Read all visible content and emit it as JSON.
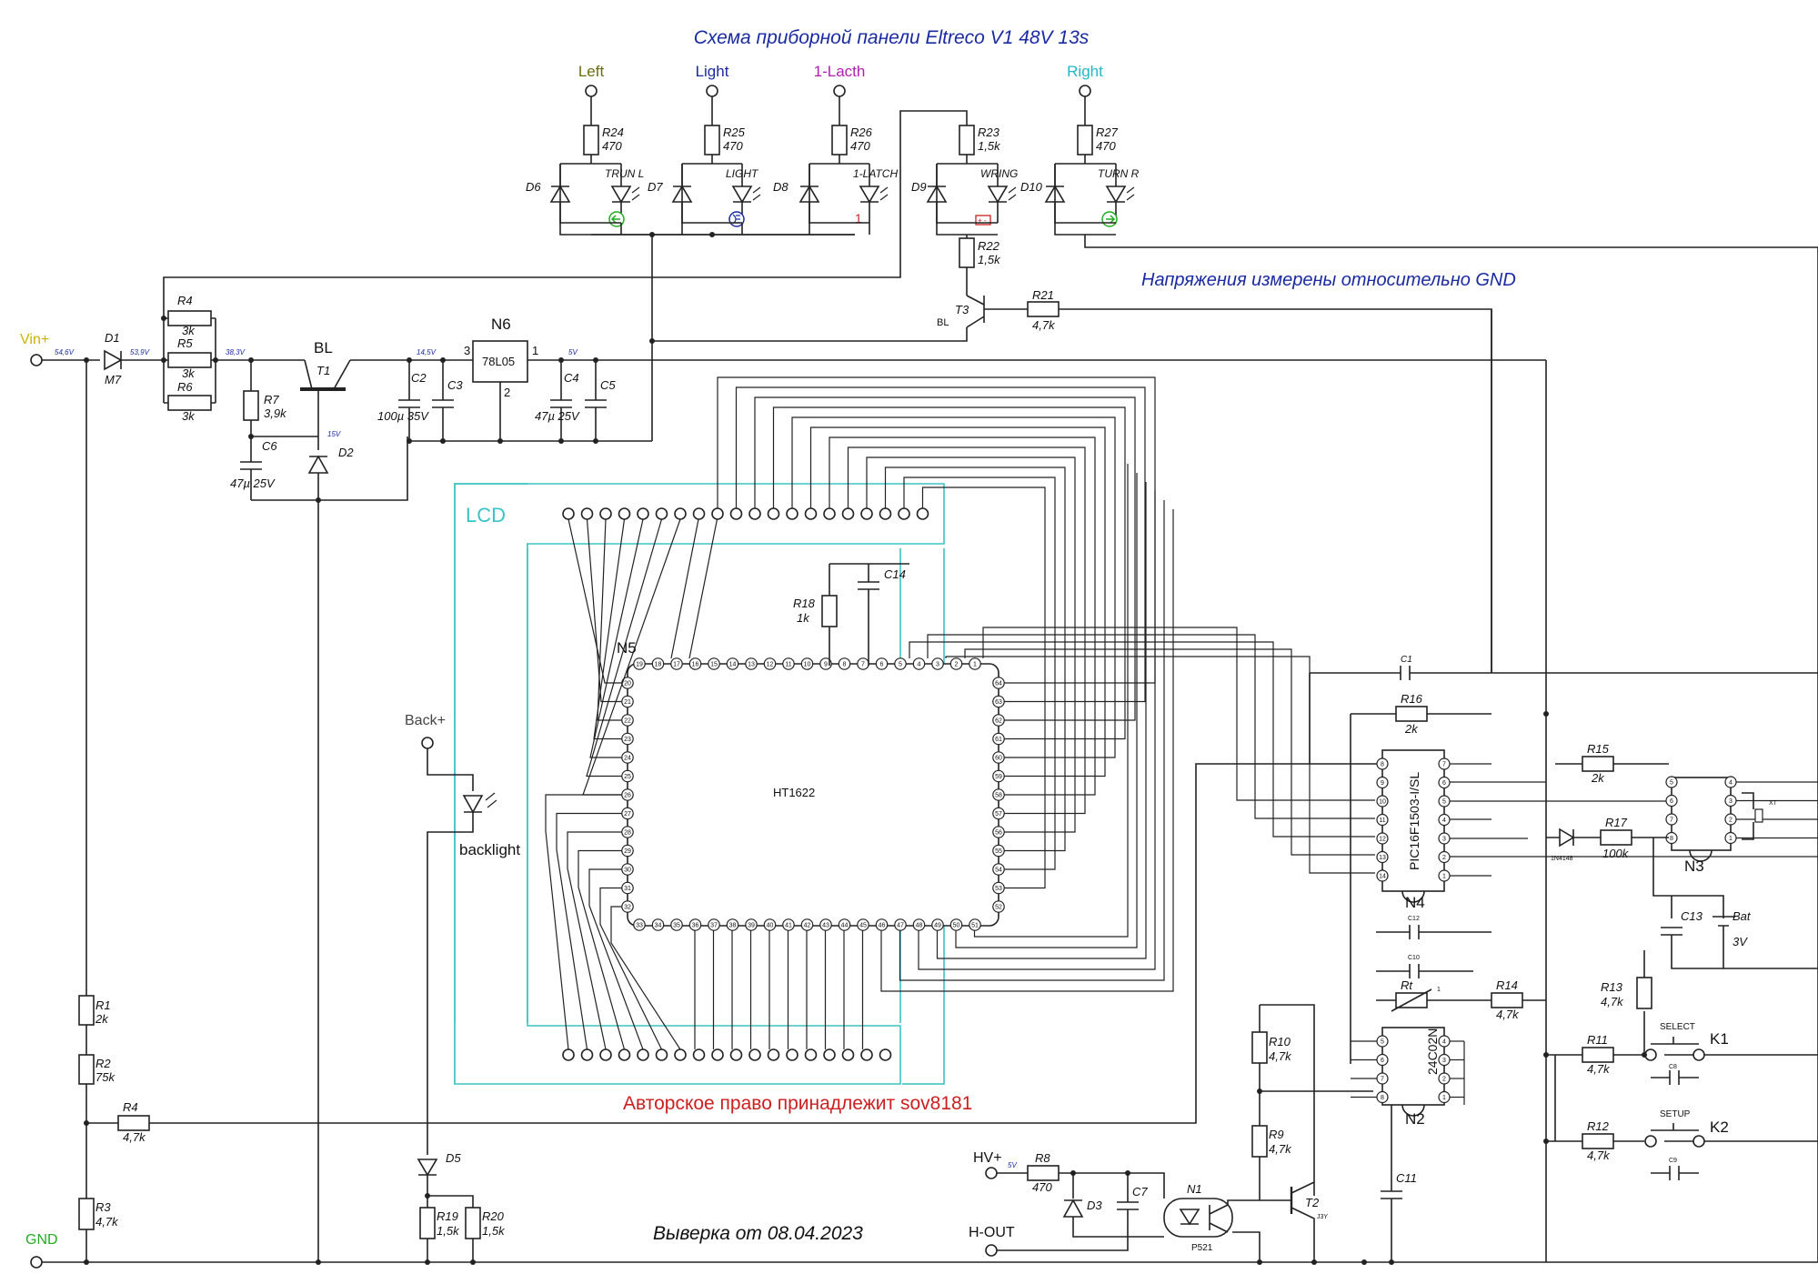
{
  "title": "Схема приборной панели Eltreco V1 48V 13s",
  "note": "Напряжения измерены относительно GND",
  "copyright": "Авторское право принадлежит sov8181",
  "revision": "Выверка от 08.04.2023",
  "colors": {
    "title": "#1a2aa0",
    "note": "#1a2aa0",
    "copyright": "#cc1f1f",
    "left": "#6b6b10",
    "light": "#1a2aa0",
    "latch": "#b020b0",
    "right": "#20b8c8",
    "vin": "#c8b400",
    "gnd": "#22aa22",
    "lcd": "#3cc3c3",
    "hv": "#111111",
    "back": "#444444"
  },
  "nets": {
    "vin": "Vin+",
    "gnd": "GND",
    "back": "Back+",
    "hv": "HV+",
    "hout": "H-OUT",
    "left": "Left",
    "light": "Light",
    "latch": "1-Lacth",
    "right": "Right"
  },
  "voltages": {
    "vin": "54,6V",
    "d1": "53,9V",
    "r5": "38,3V",
    "t1": "14,5V",
    "n6": "5V",
    "d2": "15V",
    "hv": "5V"
  },
  "components": {
    "D1": {
      "ref": "D1",
      "val": "M7"
    },
    "R4a": {
      "ref": "R4",
      "val": "3k"
    },
    "R5": {
      "ref": "R5",
      "val": "3k"
    },
    "R6": {
      "ref": "R6",
      "val": "3k"
    },
    "R7": {
      "ref": "R7",
      "val": "3,9k"
    },
    "C6": {
      "ref": "C6",
      "val": "47µ 25V"
    },
    "T1": {
      "ref": "T1",
      "val": "BL"
    },
    "D2": {
      "ref": "D2"
    },
    "C2": {
      "ref": "C2",
      "val": "100µ 35V"
    },
    "C3": {
      "ref": "C3"
    },
    "N6": {
      "ref": "N6",
      "val": "78L05",
      "pin_in": "3",
      "pin_out": "1",
      "pin_gnd": "2"
    },
    "C4": {
      "ref": "C4",
      "val": "47µ 25V"
    },
    "C5": {
      "ref": "C5"
    },
    "R24": {
      "ref": "R24",
      "val": "470"
    },
    "R25": {
      "ref": "R25",
      "val": "470"
    },
    "R26": {
      "ref": "R26",
      "val": "470"
    },
    "R23": {
      "ref": "R23",
      "val": "1,5k"
    },
    "R27": {
      "ref": "R27",
      "val": "470"
    },
    "R22": {
      "ref": "R22",
      "val": "1,5k"
    },
    "R21": {
      "ref": "R21",
      "val": "4,7k"
    },
    "T3": {
      "ref": "T3",
      "val": "BL"
    },
    "D6": {
      "ref": "D6",
      "led": "TRUN L"
    },
    "D7": {
      "ref": "D7",
      "led": "LIGHT"
    },
    "D8": {
      "ref": "D8",
      "led": "1-LATCH",
      "mark": "1"
    },
    "D9": {
      "ref": "D9",
      "led": "WRING"
    },
    "D10": {
      "ref": "D10",
      "led": "TURN R"
    },
    "R18": {
      "ref": "R18",
      "val": "1k"
    },
    "C14": {
      "ref": "C14"
    },
    "N5": {
      "ref": "N5",
      "val": "HT1622"
    },
    "LCD": {
      "ref": "LCD"
    },
    "backlight": {
      "val": "backlight"
    },
    "D5": {
      "ref": "D5"
    },
    "R19": {
      "ref": "R19",
      "val": "1,5k"
    },
    "R20": {
      "ref": "R20",
      "val": "1,5k"
    },
    "R1": {
      "ref": "R1",
      "val": "2k"
    },
    "R2": {
      "ref": "R2",
      "val": "75k"
    },
    "R3": {
      "ref": "R3",
      "val": "4,7k"
    },
    "R4b": {
      "ref": "R4",
      "val": "4,7k"
    },
    "N4": {
      "ref": "N4",
      "val": "PIC16F1503-I/SL"
    },
    "N3": {
      "ref": "N3"
    },
    "N2": {
      "ref": "N2",
      "val": "24C02N"
    },
    "C1": {
      "ref": "C1"
    },
    "R16": {
      "ref": "R16",
      "val": "2k"
    },
    "R15": {
      "ref": "R15",
      "val": "2k"
    },
    "R17": {
      "ref": "R17",
      "val": "100k"
    },
    "D1N": {
      "val": "1N4148"
    },
    "XT": {
      "val": "XT"
    },
    "C12": {
      "ref": "C12"
    },
    "C10": {
      "ref": "C10"
    },
    "Rt": {
      "ref": "Rt",
      "mark": "1"
    },
    "R14": {
      "ref": "R14",
      "val": "4,7k"
    },
    "C13": {
      "ref": "C13"
    },
    "Bat": {
      "ref": "Bat",
      "val": "3V"
    },
    "R13": {
      "ref": "R13",
      "val": "4,7k"
    },
    "R11": {
      "ref": "R11",
      "val": "4,7k"
    },
    "R12": {
      "ref": "R12",
      "val": "4,7k"
    },
    "K1": {
      "ref": "K1",
      "val": "SELECT"
    },
    "K2": {
      "ref": "K2",
      "val": "SETUP"
    },
    "C8": {
      "ref": "C8"
    },
    "C9": {
      "ref": "C9"
    },
    "R10": {
      "ref": "R10",
      "val": "4,7k"
    },
    "R9": {
      "ref": "R9",
      "val": "4,7k"
    },
    "T2": {
      "ref": "T2",
      "val": "J3Y"
    },
    "R8": {
      "ref": "R8",
      "val": "470"
    },
    "D3": {
      "ref": "D3"
    },
    "C7": {
      "ref": "C7"
    },
    "N1": {
      "ref": "N1",
      "val": "P521"
    },
    "C11": {
      "ref": "C11"
    }
  },
  "ht1622_pins": {
    "top": [
      "19",
      "18",
      "17",
      "16",
      "15",
      "14",
      "13",
      "12",
      "11",
      "10",
      "9",
      "8",
      "7",
      "6",
      "5",
      "4",
      "3",
      "2",
      "1"
    ],
    "left": [
      "20",
      "21",
      "22",
      "23",
      "24",
      "25",
      "26",
      "27",
      "28",
      "29",
      "30",
      "31",
      "32"
    ],
    "bottom": [
      "33",
      "34",
      "35",
      "36",
      "37",
      "38",
      "39",
      "40",
      "41",
      "42",
      "43",
      "44",
      "45",
      "46",
      "47",
      "48",
      "49",
      "50",
      "51"
    ],
    "right": [
      "64",
      "63",
      "62",
      "61",
      "60",
      "59",
      "58",
      "57",
      "56",
      "55",
      "54",
      "53",
      "52"
    ]
  },
  "pic_pins": {
    "left": [
      "8",
      "9",
      "10",
      "11",
      "12",
      "13",
      "14"
    ],
    "right": [
      "7",
      "6",
      "5",
      "4",
      "3",
      "2",
      "1"
    ]
  },
  "eeprom_pins": {
    "left": [
      "5",
      "6",
      "7",
      "8"
    ],
    "right": [
      "4",
      "3",
      "2",
      "1"
    ]
  },
  "n3_pins": {
    "left": [
      "5",
      "6",
      "7",
      "8"
    ],
    "right": [
      "4",
      "3",
      "2",
      "1"
    ]
  }
}
